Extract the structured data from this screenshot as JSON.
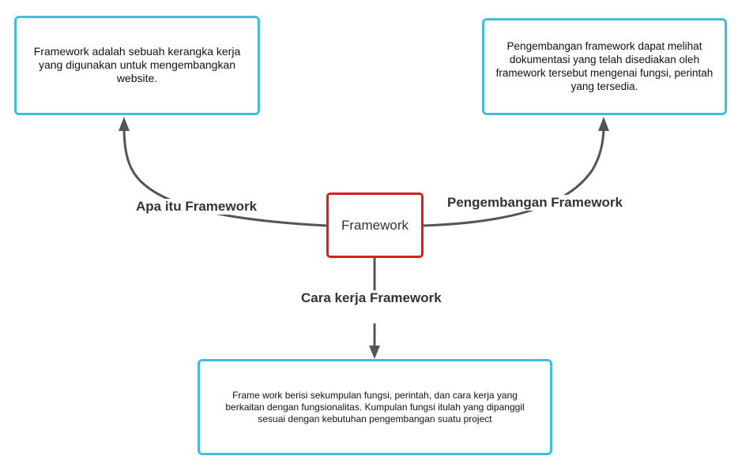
{
  "diagram": {
    "center": {
      "label": "Framework"
    },
    "edges": {
      "left": "Apa itu Framework",
      "right": "Pengembangan Framework",
      "bottom": "Cara kerja Framework"
    },
    "nodes": {
      "left": "Framework adalah sebuah kerangka kerja yang digunakan untuk mengembangkan website.",
      "right": "Pengembangan framework dapat melihat dokumentasi yang telah disediakan oleh framework tersebut mengenai fungsi, perintah yang tersedia.",
      "bottom": "Frame work berisi sekumpulan fungsi, perintah, dan cara kerja yang berkaitan dengan fungsionalitas.  Kumpulan fungsi itulah yang dipanggil sesuai dengan kebutuhan pengembangan suatu project"
    },
    "colors": {
      "node_border": "#3fbfdc",
      "center_border": "#d42020",
      "connector": "#555555"
    }
  }
}
